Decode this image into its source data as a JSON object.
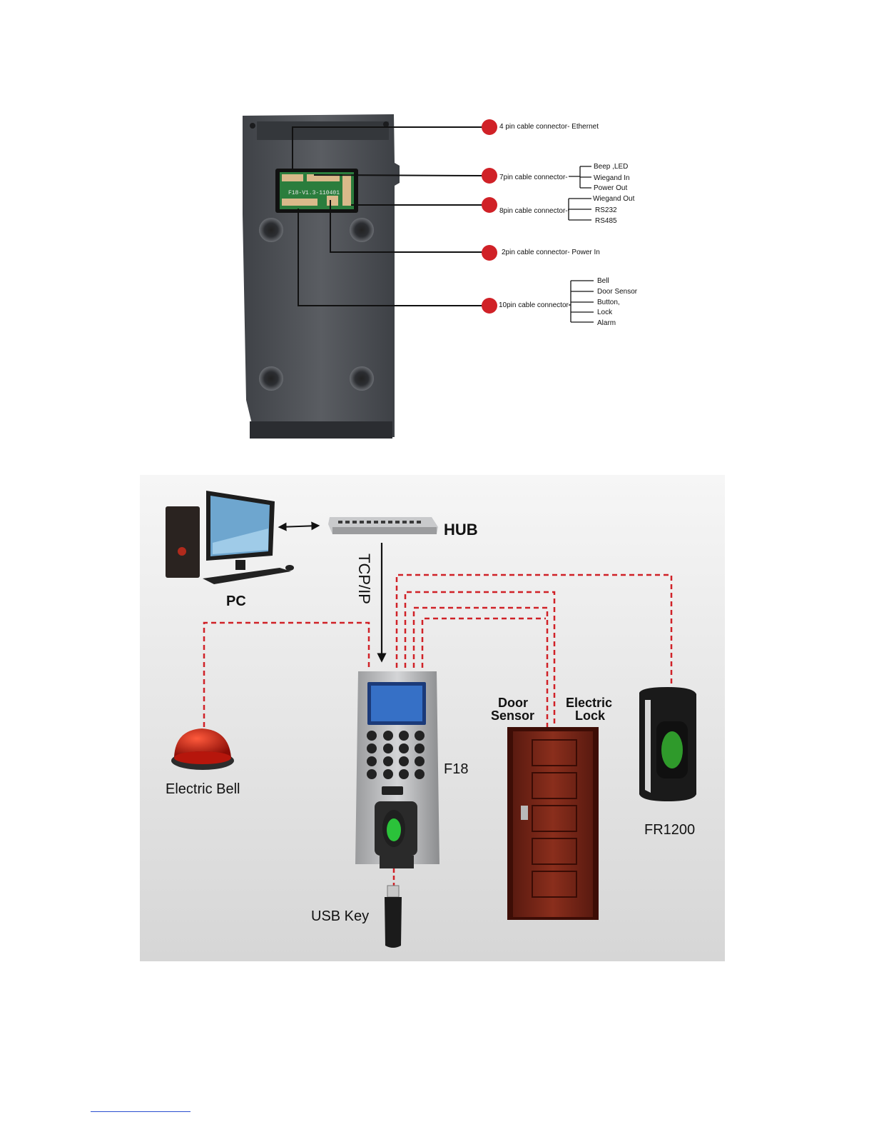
{
  "colors": {
    "connector_dot": "#d02127",
    "wire": "#111111",
    "dashed_wire": "#d02127",
    "device_body": "#4b4e53",
    "panel_bg": "#e8e8e8"
  },
  "back_panel": {
    "board_label": "F18-V1.3-110401",
    "connectors": [
      {
        "label": "4 pin cable connector- Ethernet",
        "sub": []
      },
      {
        "label": "7pin cable connector-",
        "sub": [
          "Beep ,LED",
          "Wiegand In",
          "Power Out"
        ]
      },
      {
        "label": "8pin cable connector-",
        "sub": [
          "Wiegand Out",
          "RS232",
          "RS485"
        ]
      },
      {
        "label": "2pin cable connector- Power In",
        "sub": []
      },
      {
        "label": "10pin cable connector-",
        "sub": [
          "Bell",
          "Door Sensor",
          "Button,",
          "Lock",
          "Alarm"
        ]
      }
    ]
  },
  "wiring_diagram": {
    "pc": "PC",
    "hub": "HUB",
    "link": "TCP/IP",
    "device": "F18",
    "bell": "Electric Bell",
    "door_sensor": "Door\nSensor",
    "door_sensor_l1": "Door",
    "door_sensor_l2": "Sensor",
    "electric_lock_l1": "Electric",
    "electric_lock_l2": "Lock",
    "reader": "FR1200",
    "usb": "USB Key"
  },
  "icons": [
    "computer-icon",
    "hub-icon",
    "bell-icon",
    "door-icon",
    "fingerprint-reader-icon",
    "usb-key-icon",
    "f18-device-icon"
  ]
}
